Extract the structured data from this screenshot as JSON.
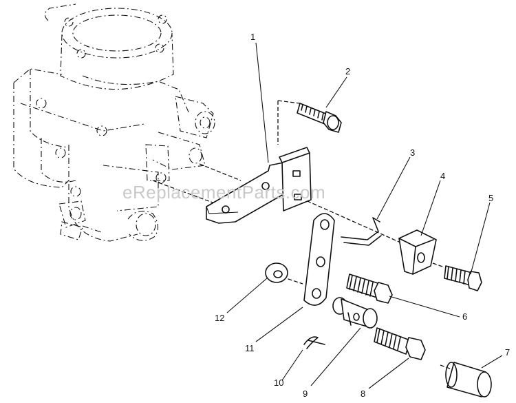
{
  "watermark": "eReplacementParts.com",
  "callouts": [
    {
      "id": "callout-1",
      "label": "1"
    },
    {
      "id": "callout-2",
      "label": "2"
    },
    {
      "id": "callout-3",
      "label": "3"
    },
    {
      "id": "callout-4",
      "label": "4"
    },
    {
      "id": "callout-5",
      "label": "5"
    },
    {
      "id": "callout-6",
      "label": "6"
    },
    {
      "id": "callout-7",
      "label": "7"
    },
    {
      "id": "callout-8",
      "label": "8"
    },
    {
      "id": "callout-9",
      "label": "9"
    },
    {
      "id": "callout-10",
      "label": "10"
    },
    {
      "id": "callout-11",
      "label": "11"
    },
    {
      "id": "callout-12",
      "label": "12"
    }
  ]
}
